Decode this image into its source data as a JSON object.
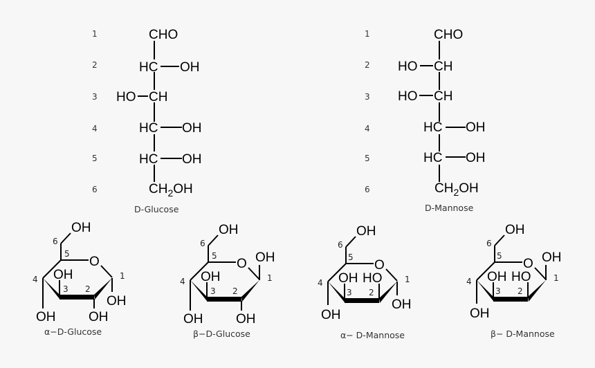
{
  "fischer": {
    "row_numbers": [
      "1",
      "2",
      "3",
      "4",
      "5",
      "6"
    ],
    "glucose": {
      "rows": [
        {
          "left": "",
          "center": "CHO",
          "right": ""
        },
        {
          "left": "",
          "center": "HC",
          "right": "OH"
        },
        {
          "left": "HO",
          "center": "CH",
          "right": ""
        },
        {
          "left": "",
          "center": "HC",
          "right": "OH"
        },
        {
          "left": "",
          "center": "HC",
          "right": "OH"
        },
        {
          "left": "",
          "center": "CH",
          "sub": "2",
          "tail": "OH"
        }
      ],
      "caption": "D-Glucose"
    },
    "mannose": {
      "rows": [
        {
          "left": "",
          "center": "CHO",
          "right": ""
        },
        {
          "left": "HO",
          "center": "CH",
          "right": ""
        },
        {
          "left": "HO",
          "center": "CH",
          "right": ""
        },
        {
          "left": "",
          "center": "HC",
          "right": "OH"
        },
        {
          "left": "",
          "center": "HC",
          "right": "OH"
        },
        {
          "left": "",
          "center": "CH",
          "sub": "2",
          "tail": "OH"
        }
      ],
      "caption": "D-Mannose"
    }
  },
  "haworth": [
    {
      "name": "alpha-d-glucose",
      "caption": "α−D-Glucose",
      "ring_oxygen": "O",
      "groups": {
        "c6": "OH",
        "c4_down": "OH",
        "c3_up": "OH",
        "c2_down": "OH",
        "c1_down": "OH"
      },
      "numbers": [
        "1",
        "2",
        "3",
        "4",
        "5",
        "6"
      ]
    },
    {
      "name": "beta-d-glucose",
      "caption": "β−D-Glucose",
      "ring_oxygen": "O",
      "groups": {
        "c6": "OH",
        "c4_down": "OH",
        "c3_up": "OH",
        "c2_down": "OH",
        "c1_up": "OH"
      },
      "numbers": [
        "1",
        "2",
        "3",
        "4",
        "5",
        "6"
      ]
    },
    {
      "name": "alpha-d-mannose",
      "caption": "α− D-Mannose",
      "ring_oxygen": "O",
      "groups": {
        "c6": "OH",
        "c4_down": "OH",
        "c3_up": "OH",
        "c2_up": "HO",
        "c1_down": "OH"
      },
      "numbers": [
        "1",
        "2",
        "3",
        "4",
        "5",
        "6"
      ]
    },
    {
      "name": "beta-d-mannose",
      "caption": "β− D-Mannose",
      "ring_oxygen": "O",
      "groups": {
        "c6": "OH",
        "c4_down": "OH",
        "c3_up": "OH",
        "c2_up": "HO",
        "c1_up": "OH"
      },
      "numbers": [
        "1",
        "2",
        "3",
        "4",
        "5",
        "6"
      ]
    }
  ]
}
